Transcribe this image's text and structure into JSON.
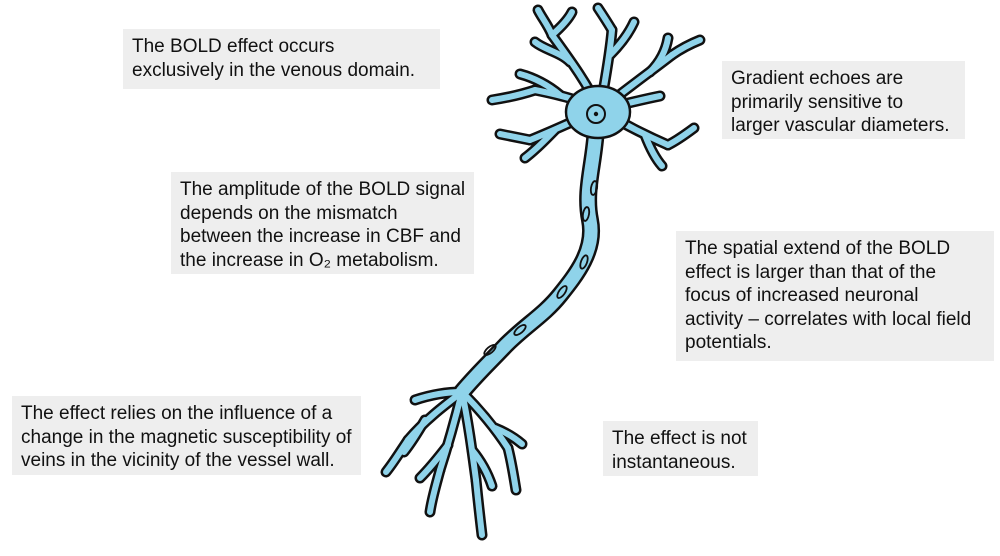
{
  "colors": {
    "neuron_fill": "#8fd3ea",
    "neuron_outline": "#111111",
    "box_background": "#eeeeee",
    "text": "#111111"
  },
  "annotations": {
    "bold_venous": [
      "The BOLD effect occurs",
      "exclusively in the venous domain."
    ],
    "gradient_echoes": [
      "Gradient echoes are",
      "primarily sensitive to",
      "larger vascular diameters."
    ],
    "amplitude": [
      "The amplitude of the BOLD signal",
      "depends on the mismatch",
      "between the increase in CBF and",
      "the increase in O₂ metabolism."
    ],
    "spatial_extend": [
      "The spatial extend of the BOLD",
      "effect is larger than that of the",
      "focus of increased neuronal",
      "activity – correlates with local field",
      "potentials."
    ],
    "susceptibility": [
      "The effect relies on the influence of a",
      "change in the magnetic susceptibility of",
      "veins in the vicinity of the vessel wall."
    ],
    "not_instantaneous": [
      "The effect is not",
      "instantaneous."
    ]
  }
}
